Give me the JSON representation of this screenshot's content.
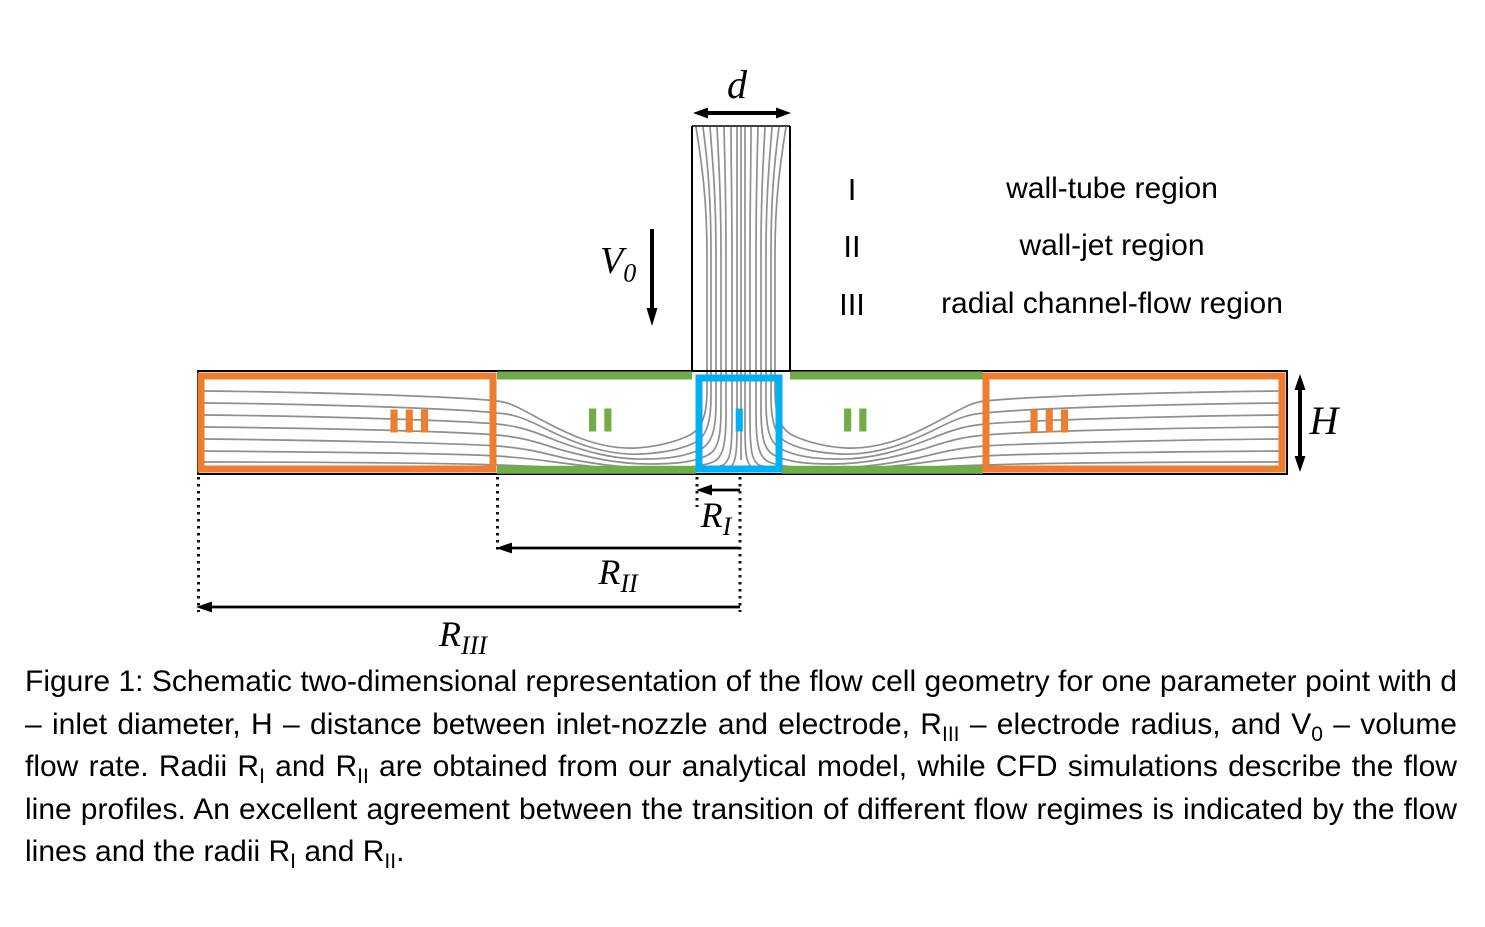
{
  "figure": {
    "dimension_labels": {
      "d": "d",
      "v0": {
        "base": "V",
        "sub": "0"
      },
      "h": "H",
      "r_i": {
        "base": "R",
        "sub": "I"
      },
      "r_ii": {
        "base": "R",
        "sub": "II"
      },
      "r_iii": {
        "base": "R",
        "sub": "III"
      }
    },
    "region_labels": {
      "tube_core": "I",
      "wall_jet_left": "II",
      "wall_jet_right": "II",
      "channel_left": "III",
      "channel_right": "III"
    },
    "legend": {
      "items": [
        {
          "numeral": "I",
          "label": "wall-tube region"
        },
        {
          "numeral": "II",
          "label": "wall-jet region"
        },
        {
          "numeral": "III",
          "label": "radial channel-flow region"
        }
      ]
    },
    "colors": {
      "region_i_blue": "#00B0F0",
      "region_ii_green": "#70AD47",
      "region_iii_orange": "#ED7D31",
      "flow_line_gray": "#8f8f8f",
      "ink_black": "#000000"
    }
  },
  "caption": {
    "segments": [
      {
        "t": "Figure 1: Schematic two-dimensional representation of the flow cell geometry for one parameter point with d – inlet diameter, H – distance between inlet-nozzle and electrode, R"
      },
      {
        "t": "III",
        "sub": true
      },
      {
        "t": " – electrode radius, and V"
      },
      {
        "t": "0",
        "sub": true
      },
      {
        "t": " – volume flow rate. Radii R"
      },
      {
        "t": "I",
        "sub": true
      },
      {
        "t": " and R"
      },
      {
        "t": "II",
        "sub": true
      },
      {
        "t": " are obtained from our analytical model, while CFD simulations describe the flow line profiles. An excellent agreement between the transition of different flow regimes is indicated by the flow lines and the radii R"
      },
      {
        "t": "I",
        "sub": true
      },
      {
        "t": " and R"
      },
      {
        "t": "II",
        "sub": true
      },
      {
        "t": "."
      }
    ]
  }
}
